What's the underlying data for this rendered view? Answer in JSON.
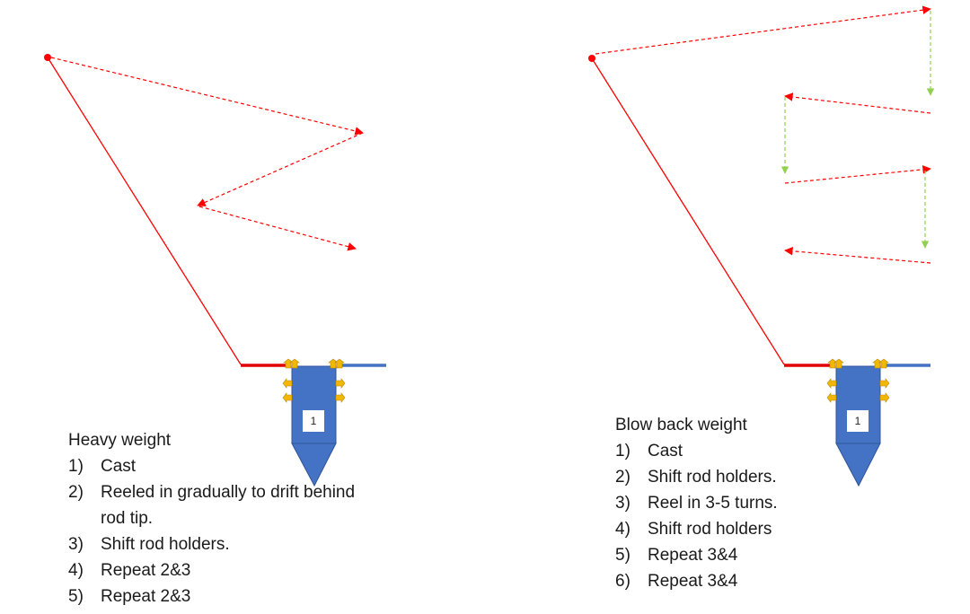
{
  "colors": {
    "line": "#ff0000",
    "rod_left": "#e00000",
    "rod_right": "#4472c4",
    "boat": "#4472c4",
    "boat_outline": "#2f5597",
    "holder": "#f2b800",
    "holder_outline": "#b8860b",
    "drop_arrow": "#92d050",
    "label_box": "#ffffff"
  },
  "diagrams": [
    {
      "boat_label": "1",
      "title": "Heavy weight",
      "steps": [
        {
          "num": "1)",
          "text": "Cast"
        },
        {
          "num": "2)",
          "text": "Reeled in gradually to drift behind rod tip."
        },
        {
          "num": "3)",
          "text": "Shift rod holders."
        },
        {
          "num": "4)",
          "text": "Repeat 2&3"
        },
        {
          "num": "5)",
          "text": "Repeat 2&3"
        }
      ]
    },
    {
      "boat_label": "1",
      "title": "Blow back weight",
      "steps": [
        {
          "num": "1)",
          "text": "Cast"
        },
        {
          "num": "2)",
          "text": "Shift rod holders."
        },
        {
          "num": "3)",
          "text": "Reel in 3-5 turns."
        },
        {
          "num": "4)",
          "text": "Shift rod holders"
        },
        {
          "num": "5)",
          "text": "Repeat 3&4"
        },
        {
          "num": "6)",
          "text": "Repeat 3&4"
        }
      ]
    }
  ]
}
